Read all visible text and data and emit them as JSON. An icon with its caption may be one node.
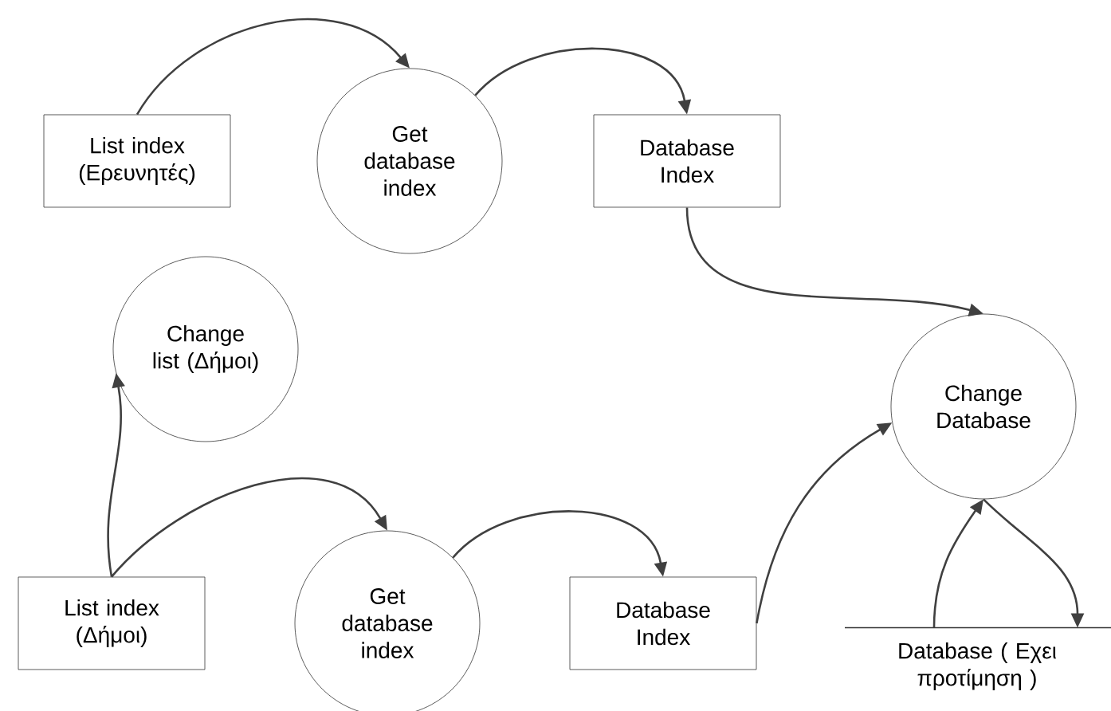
{
  "diagram": {
    "nodes": [
      {
        "text": [
          "List index (Ερευνητές)"
        ]
      },
      {
        "text": [
          "Get database index"
        ]
      },
      {
        "text": [
          "Database Index"
        ]
      },
      {
        "text": [
          "Change list (Δήμοι)"
        ]
      },
      {
        "text": [
          "Change Database"
        ]
      },
      {
        "text": [
          "List index (Δήμοι)"
        ]
      },
      {
        "text": [
          "Get database index"
        ]
      },
      {
        "text": [
          "Database Index"
        ]
      },
      {
        "text": [
          "Database ( Εχει προτίμηση )"
        ]
      }
    ],
    "edges": [
      {
        "from": 0,
        "to": 1,
        "arrow": "to"
      },
      {
        "from": 1,
        "to": 2,
        "arrow": "to"
      },
      {
        "from": 2,
        "to": 4,
        "arrow": "to"
      },
      {
        "from": 5,
        "to": 3,
        "arrow": "to"
      },
      {
        "from": 5,
        "to": 6,
        "arrow": "to"
      },
      {
        "from": 6,
        "to": 7,
        "arrow": "to"
      },
      {
        "from": 7,
        "to": 4,
        "arrow": "to"
      },
      {
        "from": 8,
        "to": 4,
        "arrow": "to"
      },
      {
        "from": 4,
        "to": 8,
        "arrow": "to"
      }
    ]
  }
}
